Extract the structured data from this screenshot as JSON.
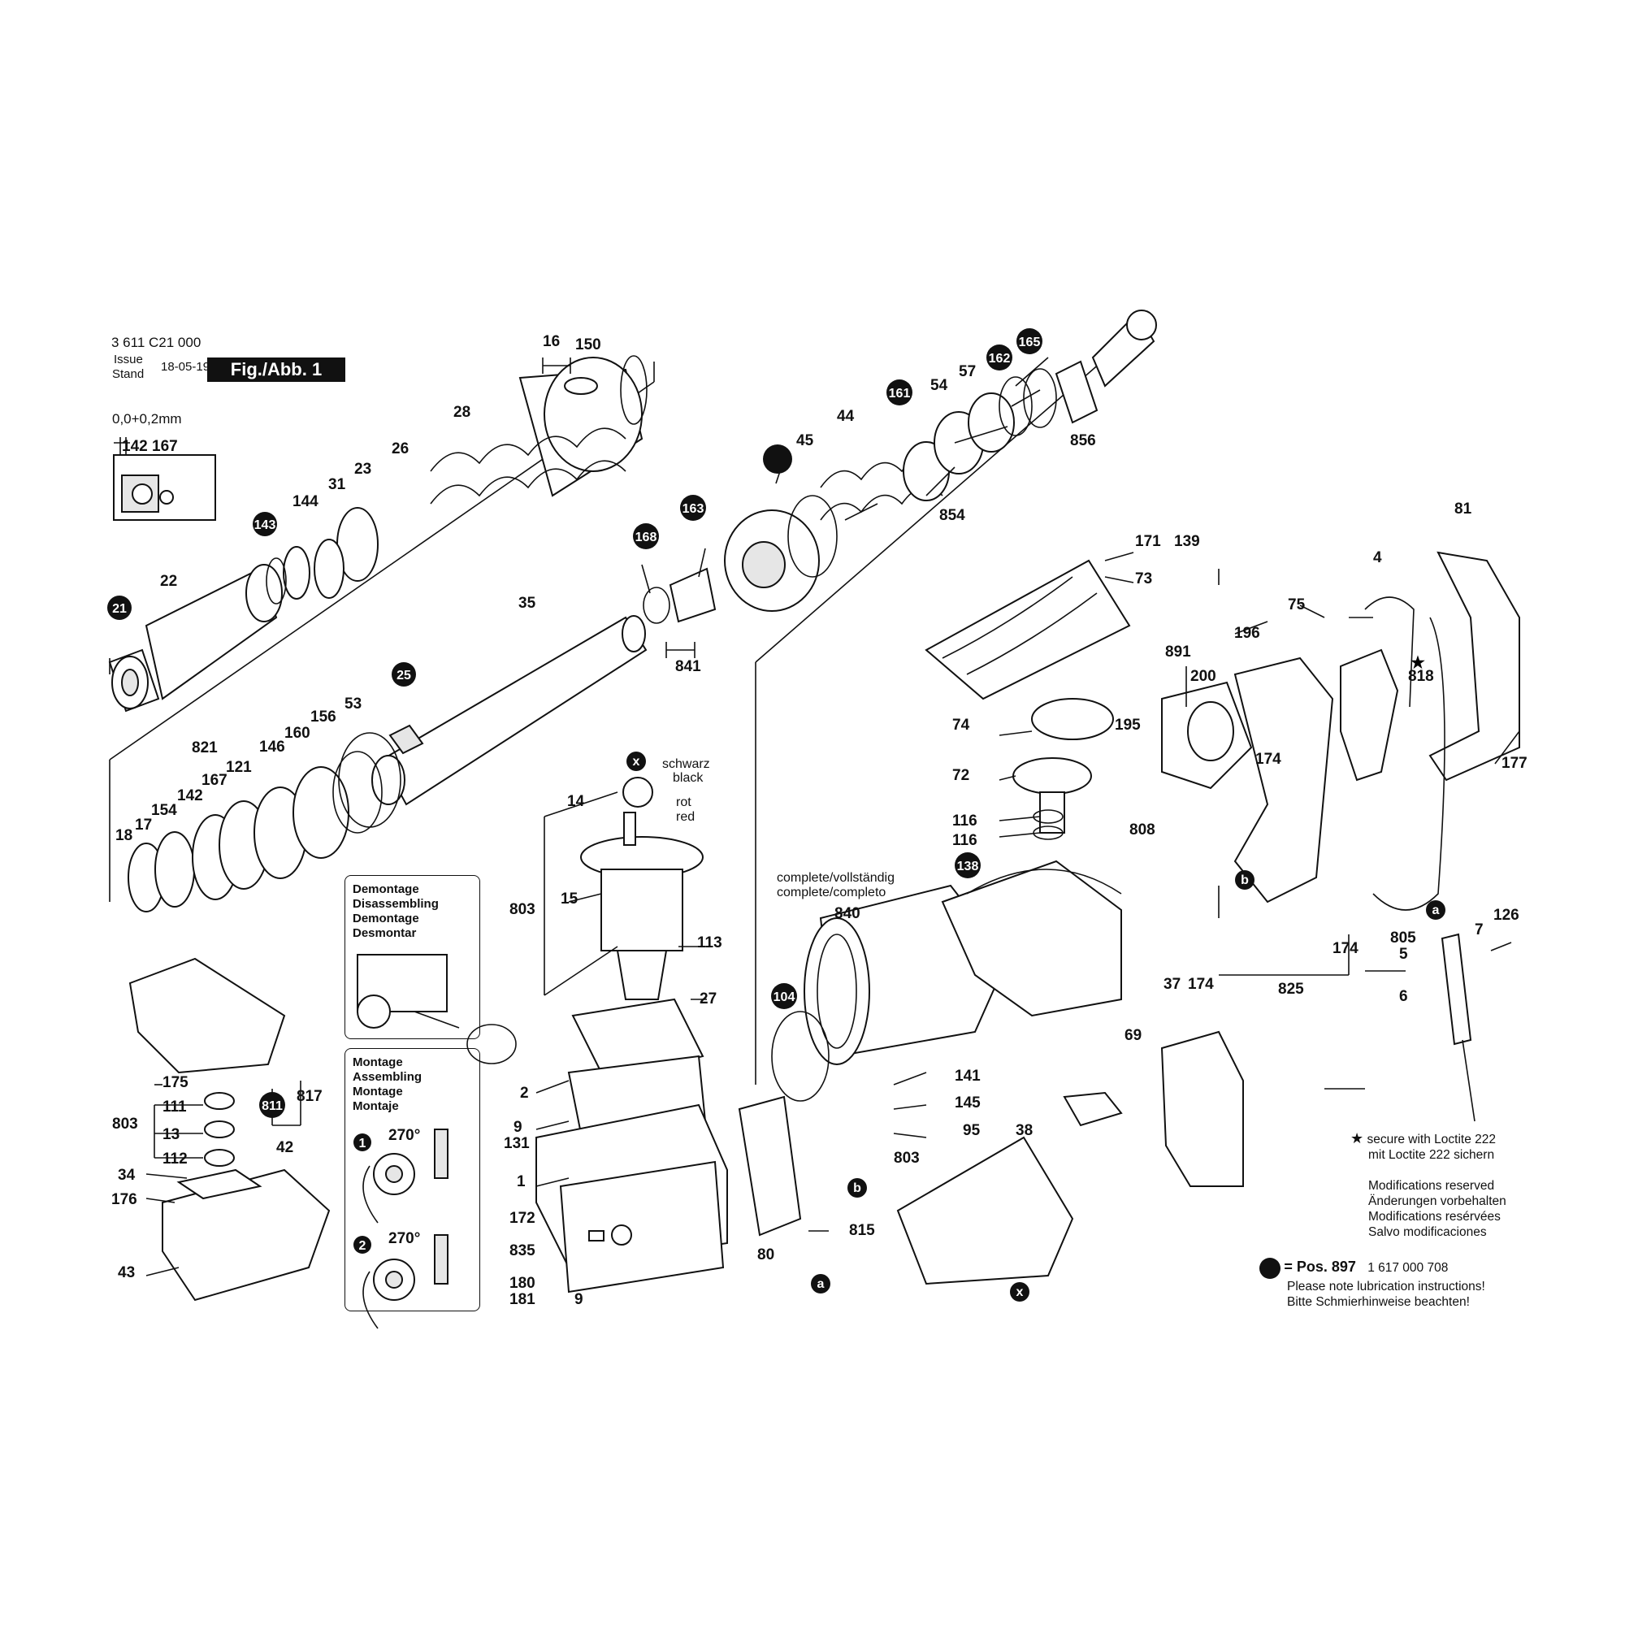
{
  "header": {
    "doc_number": "3 611 C21 000",
    "issue_label": "Issue",
    "stand_label": "Stand",
    "date": "18-05-19",
    "figure": "Fig./Abb. 1",
    "gap_spec": "0,0+0,2mm"
  },
  "labels": {
    "p16": "16",
    "p150": "150",
    "p28": "28",
    "p26": "26",
    "p23": "23",
    "p31": "31",
    "p144": "144",
    "p143": "143",
    "p22": "22",
    "p21": "21",
    "p35": "35",
    "p25": "25",
    "p53": "53",
    "p156": "156",
    "p160": "160",
    "p146": "146",
    "p821": "821",
    "p121": "121",
    "p167": "167",
    "p142": "142",
    "p154": "154",
    "p17": "17",
    "p18": "18",
    "p142b": "142",
    "p167b": "167",
    "p168": "168",
    "p163": "163",
    "p841": "841",
    "p45": "45",
    "p44": "44",
    "p161": "161",
    "p54": "54",
    "p57": "57",
    "p162": "162",
    "p165": "165",
    "p856": "856",
    "p854": "854",
    "p171": "171",
    "p73": "73",
    "p139": "139",
    "p81": "81",
    "p4": "4",
    "p75": "75",
    "p196": "196",
    "p891": "891",
    "p200": "200",
    "p818": "818",
    "p74": "74",
    "p195": "195",
    "p72": "72",
    "p174a": "174",
    "p177": "177",
    "p116a": "116",
    "p116b": "116",
    "p808": "808",
    "p138": "138",
    "p174b": "174",
    "p825": "825",
    "p126": "126",
    "p7": "7",
    "p805": "805",
    "p5": "5",
    "p6": "6",
    "p840": "840",
    "p104": "104",
    "p141": "141",
    "p145": "145",
    "p95": "95",
    "p803c": "803",
    "p37": "37",
    "p174c": "174",
    "p69": "69",
    "p38": "38",
    "p14": "14",
    "p15": "15",
    "p803a": "803",
    "p113": "113",
    "p27": "27",
    "p2": "2",
    "p9a": "9",
    "p131": "131",
    "p1": "1",
    "p172": "172",
    "p835": "835",
    "p180": "180",
    "p181": "181",
    "p9b": "9",
    "p80": "80",
    "p815": "815",
    "p175": "175",
    "p111": "111",
    "p13": "13",
    "p112": "112",
    "p803b": "803",
    "p811": "811",
    "p817": "817",
    "p42": "42",
    "p34": "34",
    "p176": "176",
    "p43": "43"
  },
  "wire_labels": {
    "x": "x",
    "schwarz": "schwarz",
    "black": "black",
    "rot": "rot",
    "red": "red",
    "a": "a",
    "b": "b"
  },
  "complete_note": {
    "line1": "complete/vollständig",
    "line2": "complete/completo"
  },
  "demontage": {
    "l1": "Demontage",
    "l2": "Disassembling",
    "l3": "Demontage",
    "l4": "Desmontar"
  },
  "montage": {
    "l1": "Montage",
    "l2": "Assembling",
    "l3": "Montage",
    "l4": "Montaje",
    "step1": "1",
    "step2": "2",
    "angle": "270°"
  },
  "notes": {
    "loctite1": "secure with Loctite 222",
    "loctite2": "mit Loctite 222 sichern",
    "mod1": "Modifications reserved",
    "mod2": "Änderungen vorbehalten",
    "mod3": "Modifications resérvées",
    "mod4": "Salvo modificaciones",
    "pos": "= Pos. 897",
    "pos_num": "1 617 000 708",
    "lub1": "Please note lubrication instructions!",
    "lub2": "Bitte Schmierhinweise beachten!"
  }
}
